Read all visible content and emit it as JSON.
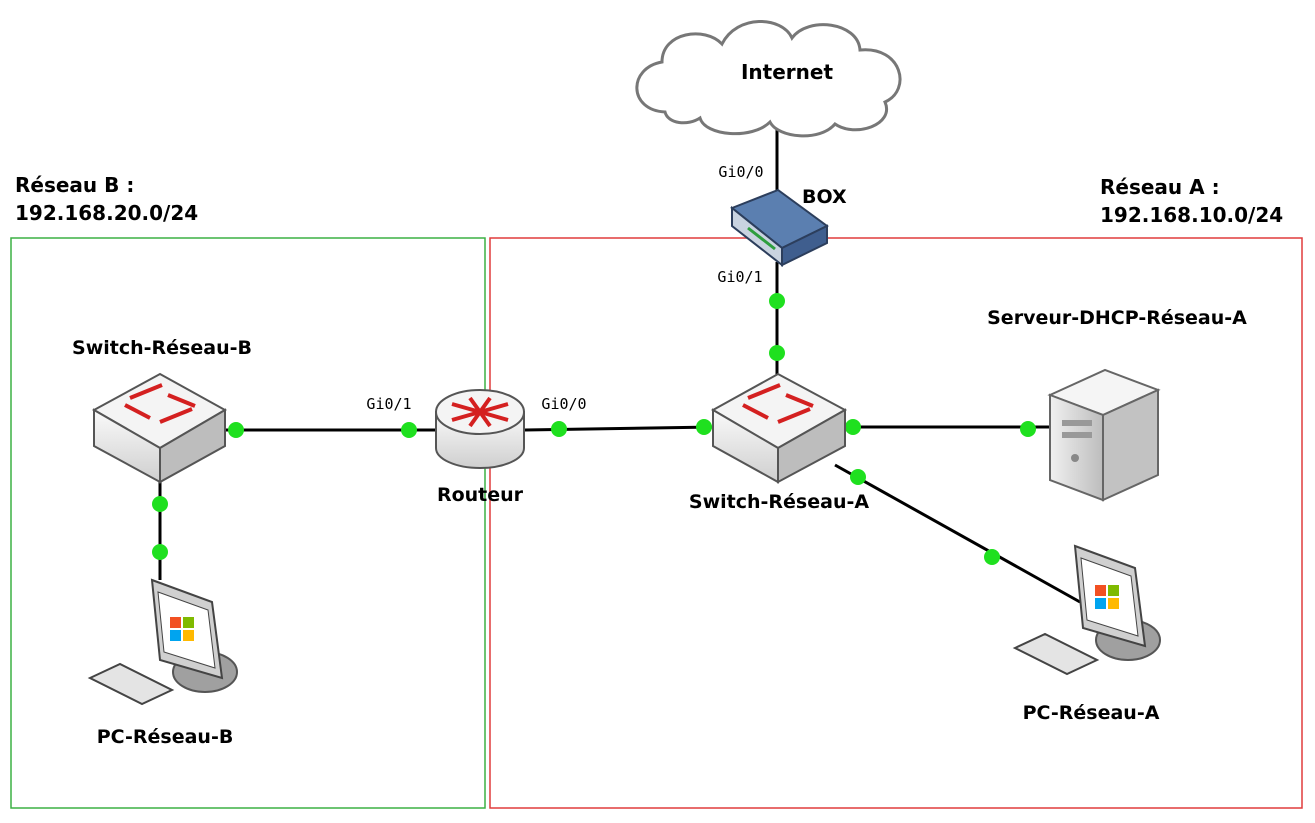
{
  "internet": {
    "label": "Internet"
  },
  "box": {
    "label": "BOX",
    "port_top": "Gi0/0",
    "port_bottom": "Gi0/1"
  },
  "network_b": {
    "title": "Réseau B :",
    "subnet": "192.168.20.0/24",
    "border_color": "#3cb043"
  },
  "network_a": {
    "title": "Réseau A :",
    "subnet": "192.168.10.0/24",
    "border_color": "#e03c3c"
  },
  "switch_b": {
    "label": "Switch-Réseau-B"
  },
  "switch_a": {
    "label": "Switch-Réseau-A"
  },
  "router": {
    "label": "Routeur",
    "port_left": "Gi0/1",
    "port_right": "Gi0/0"
  },
  "dhcp_server": {
    "label": "Serveur-DHCP-Réseau-A"
  },
  "pc_b": {
    "label": "PC-Réseau-B"
  },
  "pc_a": {
    "label": "PC-Réseau-A"
  },
  "colors": {
    "link_dot": "#1fe01f",
    "device_face": "#e6e6e6"
  },
  "icons": [
    "cloud-icon",
    "router-box-icon",
    "switch-icon",
    "router-icon",
    "server-icon",
    "pc-icon"
  ]
}
